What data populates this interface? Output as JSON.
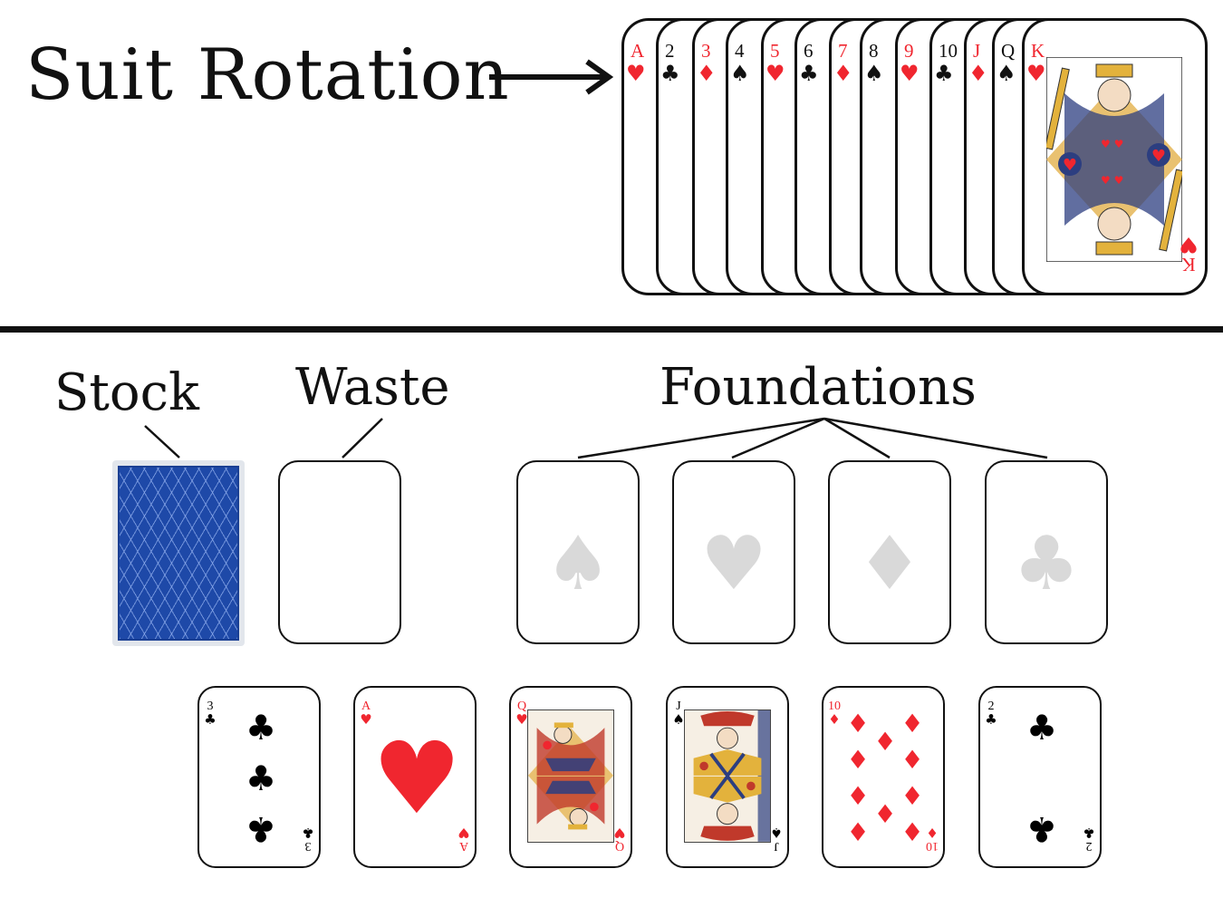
{
  "title": "Suit Rotation",
  "colors": {
    "red": "#f0262f",
    "black": "#111111",
    "stock_blue": "#1e49a8",
    "empty_suit": "#d9d9d9"
  },
  "suit_rotation": [
    {
      "rank": "A",
      "suit": "heart",
      "glyph": "♥",
      "color": "red"
    },
    {
      "rank": "2",
      "suit": "club",
      "glyph": "♣",
      "color": "black"
    },
    {
      "rank": "3",
      "suit": "diamond",
      "glyph": "♦",
      "color": "red"
    },
    {
      "rank": "4",
      "suit": "spade",
      "glyph": "♠",
      "color": "black"
    },
    {
      "rank": "5",
      "suit": "heart",
      "glyph": "♥",
      "color": "red"
    },
    {
      "rank": "6",
      "suit": "club",
      "glyph": "♣",
      "color": "black"
    },
    {
      "rank": "7",
      "suit": "diamond",
      "glyph": "♦",
      "color": "red"
    },
    {
      "rank": "8",
      "suit": "spade",
      "glyph": "♠",
      "color": "black"
    },
    {
      "rank": "9",
      "suit": "heart",
      "glyph": "♥",
      "color": "red"
    },
    {
      "rank": "10",
      "suit": "club",
      "glyph": "♣",
      "color": "black"
    },
    {
      "rank": "J",
      "suit": "diamond",
      "glyph": "♦",
      "color": "red"
    },
    {
      "rank": "Q",
      "suit": "spade",
      "glyph": "♠",
      "color": "black"
    },
    {
      "rank": "K",
      "suit": "heart",
      "glyph": "♥",
      "color": "red"
    }
  ],
  "labels": {
    "stock": "Stock",
    "waste": "Waste",
    "foundations": "Foundations"
  },
  "foundations": [
    {
      "suit": "spade",
      "glyph": "♠"
    },
    {
      "suit": "heart",
      "glyph": "♥"
    },
    {
      "suit": "diamond",
      "glyph": "♦"
    },
    {
      "suit": "club",
      "glyph": "♣"
    }
  ],
  "tableau": [
    {
      "rank": "3",
      "suit": "club",
      "glyph": "♣",
      "color": "black"
    },
    {
      "rank": "A",
      "suit": "heart",
      "glyph": "♥",
      "color": "red"
    },
    {
      "rank": "Q",
      "suit": "heart",
      "glyph": "♥",
      "color": "red"
    },
    {
      "rank": "J",
      "suit": "spade",
      "glyph": "♠",
      "color": "black"
    },
    {
      "rank": "10",
      "suit": "diamond",
      "glyph": "♦",
      "color": "red"
    },
    {
      "rank": "2",
      "suit": "club",
      "glyph": "♣",
      "color": "black"
    }
  ]
}
